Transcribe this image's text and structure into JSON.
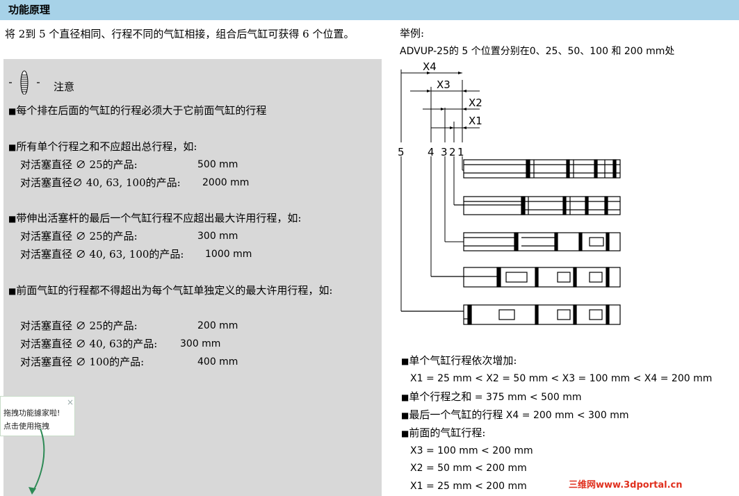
{
  "header": {
    "title": "功能原理"
  },
  "intro": {
    "text": "将 2到 5 个直径相同、行程不同的气缸相接，组合后气缸可获得 6 个位置。"
  },
  "note": {
    "label": "注意",
    "rules": [
      {
        "text": "每个排在后面的气缸的行程必须大于它前面气缸的行程",
        "items": []
      },
      {
        "text": "所有单个行程之和不应超出总行程，如:",
        "items": [
          {
            "label": "对活塞直径 ∅ 25的产品:",
            "value": "500 mm"
          },
          {
            "label": "对活塞直径∅ 40, 63, 100的产品:",
            "value": "2000 mm"
          }
        ]
      },
      {
        "text": "带伸出活塞杆的最后一个气缸行程不应超出最大许用行程，如:",
        "items": [
          {
            "label": "对活塞直径 ∅ 25的产品:",
            "value": "300 mm"
          },
          {
            "label": "对活塞直径 ∅ 40, 63, 100的产品:",
            "value": "1000 mm"
          }
        ]
      },
      {
        "text": "前面气缸的行程都不得超出为每个气缸单独定义的最大许用行程，如:",
        "items": [
          {
            "label": "对活塞直径 ∅ 25的产品:",
            "value": "200 mm"
          },
          {
            "label": "对活塞直径 ∅ 40, 63的产品:",
            "value": "300 mm"
          },
          {
            "label": "对活塞直径 ∅ 100的产品:",
            "value": "400 mm"
          }
        ]
      }
    ]
  },
  "example": {
    "title": "举例:",
    "desc": "ADVUP-25的 5 个位置分别在0、25、50、100 和 200 mm处",
    "diagram": {
      "dim_labels": [
        "X4",
        "X3",
        "X2",
        "X1"
      ],
      "pos_labels": [
        "5",
        "4",
        "3",
        "2",
        "1"
      ]
    },
    "results": {
      "line1": "单个气缸行程依次增加:",
      "line1_values": "X1 = 25 mm < X2 = 50 mm < X3 = 100 mm < X4 = 200 mm",
      "line2_prefix": "单个行程之和",
      "line2_values": " = 375 mm < 500 mm",
      "line3_prefix": "最后一个气缸的行程",
      "line3_values": " X4 = 200 mm < 300 mm",
      "line4": "前面的气缸行程:",
      "front": [
        "X3 = 100 mm < 200 mm",
        "X2 = 50 mm < 200 mm",
        "X1 = 25 mm < 200 mm"
      ]
    }
  },
  "tooltip": {
    "line1": "拖拽功能據家啦!",
    "line2": "点击使用拖拽",
    "close": "×"
  },
  "watermark": "三维网www.3dportal.cn"
}
